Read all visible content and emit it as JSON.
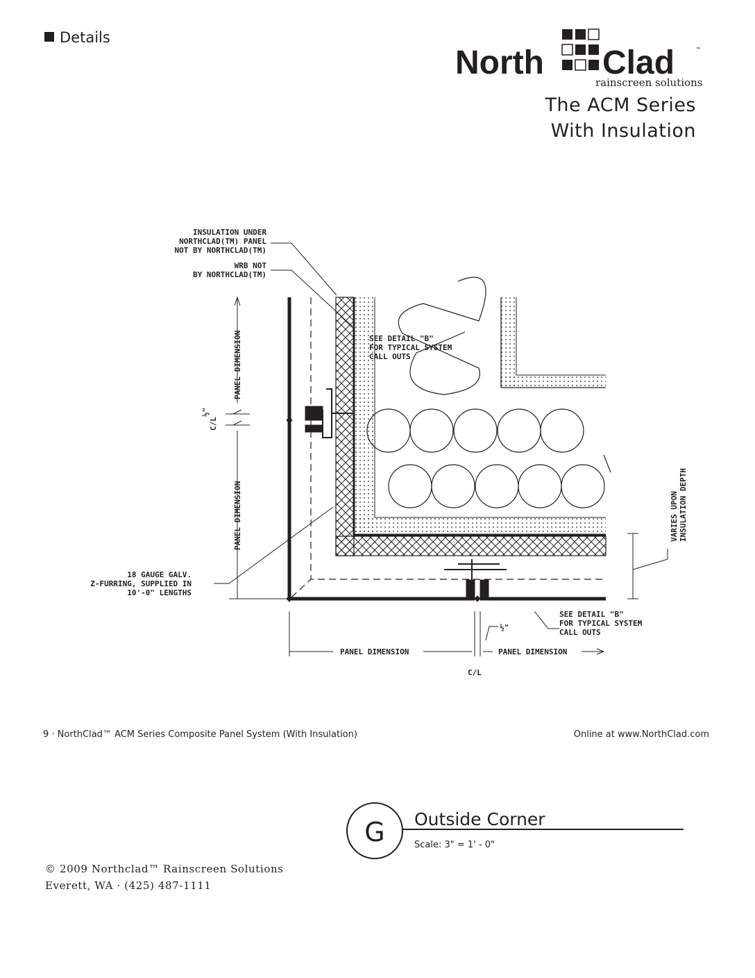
{
  "header": {
    "section_label": "Details",
    "logo": {
      "left": "North",
      "right": "Clad",
      "tm": "™",
      "tagline": "rainscreen solutions"
    },
    "title_line1": "The ACM Series",
    "title_line2": "With Insulation"
  },
  "drawing": {
    "callout_insulation": [
      "INSULATION UNDER",
      "NORTHCLAD(TM) PANEL",
      "NOT BY NORTHCLAD(TM)"
    ],
    "callout_wrb": [
      "WRB NOT",
      "BY NORTHCLAD(TM)"
    ],
    "callout_detail_top": [
      "SEE DETAIL \"B\"",
      "FOR TYPICAL SYSTEM",
      "CALL OUTS"
    ],
    "callout_furring": [
      "18 GAUGE GALV.",
      "Z-FURRING, SUPPLIED IN",
      "10'-0\" LENGTHS"
    ],
    "callout_detail_bottom": [
      "SEE DETAIL \"B\"",
      "FOR TYPICAL SYSTEM",
      "CALL OUTS"
    ],
    "callout_varies": [
      "VARIES UPON",
      "INSULATION DEPTH"
    ],
    "panel_dimension": "PANEL DIMENSION",
    "half_inch": "½\"",
    "centerline": "C/L"
  },
  "detail": {
    "letter": "G",
    "name": "Outside Corner",
    "scale": "Scale: 3\" = 1' - 0\""
  },
  "footer": {
    "copyright": "© 2009 Northclad™ Rainscreen Solutions",
    "address": "Everett, WA · (425) 487-1111",
    "page_line": "9 · NorthClad™ ACM Series Composite Panel System (With Insulation)",
    "website": "Online at www.NorthClad.com"
  }
}
